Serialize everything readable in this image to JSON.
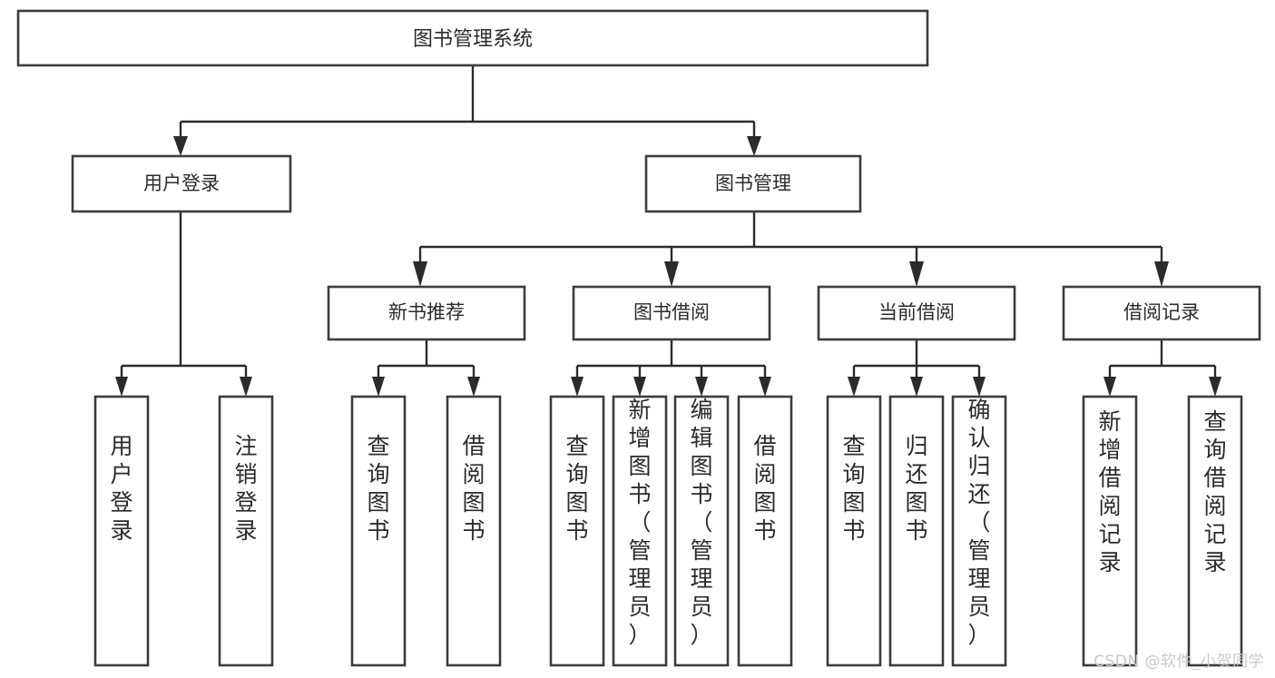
{
  "diagram": {
    "type": "tree-hierarchy-chart",
    "title": "图书管理系统",
    "watermark": "CSDN @软件_小贺同学",
    "root": {
      "label": "图书管理系统",
      "id": "root-system"
    },
    "level2": [
      {
        "id": "user-login",
        "label": "用户登录"
      },
      {
        "id": "book-management",
        "label": "图书管理"
      }
    ],
    "level3": [
      {
        "id": "new-book-recommend",
        "label": "新书推荐",
        "parent": "book-management"
      },
      {
        "id": "book-borrow",
        "label": "图书借阅",
        "parent": "book-management"
      },
      {
        "id": "current-borrow",
        "label": "当前借阅",
        "parent": "book-management"
      },
      {
        "id": "borrow-record",
        "label": "借阅记录",
        "parent": "book-management"
      }
    ],
    "leaves": [
      {
        "id": "leaf-user-login",
        "label": "用户登录",
        "parent": "user-login"
      },
      {
        "id": "leaf-logout-login",
        "label": "注销登录",
        "parent": "user-login"
      },
      {
        "id": "leaf-query-book-1",
        "label": "查询图书",
        "parent": "new-book-recommend"
      },
      {
        "id": "leaf-borrow-book-1",
        "label": "借阅图书",
        "parent": "new-book-recommend"
      },
      {
        "id": "leaf-query-book-2",
        "label": "查询图书",
        "parent": "book-borrow"
      },
      {
        "id": "leaf-add-book",
        "label": "新增图书（管理员）",
        "parent": "book-borrow"
      },
      {
        "id": "leaf-edit-book",
        "label": "编辑图书（管理员）",
        "parent": "book-borrow"
      },
      {
        "id": "leaf-borrow-book-2",
        "label": "借阅图书",
        "parent": "book-borrow"
      },
      {
        "id": "leaf-query-book-3",
        "label": "查询图书",
        "parent": "current-borrow"
      },
      {
        "id": "leaf-return-book",
        "label": "归还图书",
        "parent": "current-borrow"
      },
      {
        "id": "leaf-confirm-return",
        "label": "确认归还（管理员）",
        "parent": "current-borrow"
      },
      {
        "id": "leaf-add-record",
        "label": "新增借阅记录",
        "parent": "borrow-record"
      },
      {
        "id": "leaf-query-record",
        "label": "查询借阅记录",
        "parent": "borrow-record"
      }
    ],
    "colors": {
      "box_stroke": "#3c3c3c",
      "box_fill": "#ffffff",
      "connector": "#2b2b2b",
      "text": "#2b2b2b",
      "watermark": "#c9c9c9",
      "background": "#ffffff"
    }
  }
}
